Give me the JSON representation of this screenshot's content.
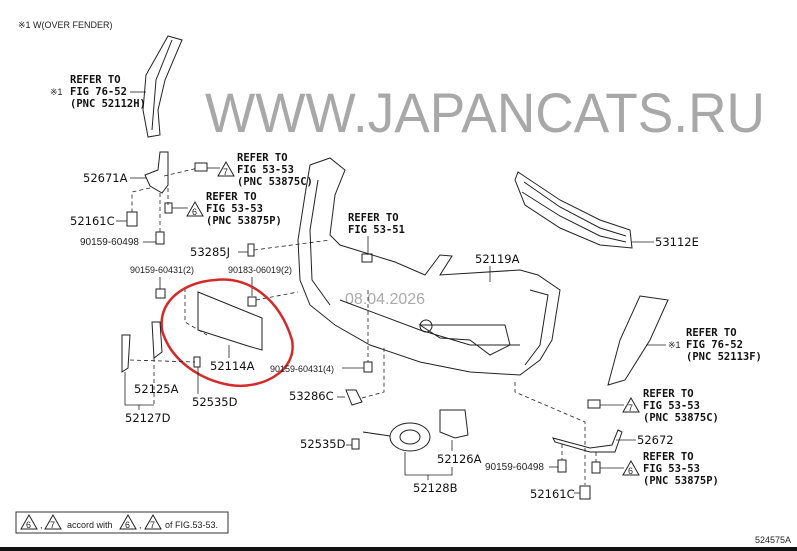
{
  "header_note": "※1 W(OVER FENDER)",
  "refer_to": "REFER TO",
  "callouts": {
    "fender_left": {
      "mark": "※1",
      "fig": "FIG 76-52",
      "pnc": "(PNC 52112H)"
    },
    "clip_left_top": {
      "tri": "7",
      "fig": "FIG 53-53",
      "pnc": "(PNC 53875C)"
    },
    "bolt_left": {
      "tri": "6",
      "fig": "FIG 53-53",
      "pnc": "(PNC 53875P)"
    },
    "center": {
      "fig": "FIG 53-51"
    },
    "fender_right": {
      "mark": "※1",
      "fig": "FIG 76-52",
      "pnc": "(PNC 52113F)"
    },
    "clip_right": {
      "tri": "7",
      "fig": "FIG 53-53",
      "pnc": "(PNC 53875C)"
    },
    "bolt_right": {
      "tri": "6",
      "fig": "FIG 53-53",
      "pnc": "(PNC 53875P)"
    }
  },
  "parts": {
    "p52671A": "52671A",
    "p52161C_l": "52161C",
    "p90159_60498_l": "90159-60498",
    "p53285J": "53285J",
    "p90159_60431_2": "90159-60431(2)",
    "p90183_06019_2": "90183-06019(2)",
    "p53112E": "53112E",
    "p52119A": "52119A",
    "p52114A": "52114A",
    "p90159_60431_4": "90159-60431(4)",
    "p52125A": "52125A",
    "p52535D_l": "52535D",
    "p52127D": "52127D",
    "p53286C": "53286C",
    "p52535D_r": "52535D",
    "p52126A": "52126A",
    "p52128B": "52128B",
    "p52672": "52672",
    "p90159_60498_r": "90159-60498",
    "p52161C_r": "52161C"
  },
  "footer_note": {
    "tri_a": "6",
    "tri_b": "7",
    "sep": ",",
    "text1": "accord with",
    "text2": "of FIG.53-53."
  },
  "figure_id": "524575A",
  "watermark": {
    "site": "WWW.JAPANCATS.RU",
    "date": "08.04.2026"
  },
  "colors": {
    "highlight": "#d42a2a",
    "line": "#222222"
  }
}
